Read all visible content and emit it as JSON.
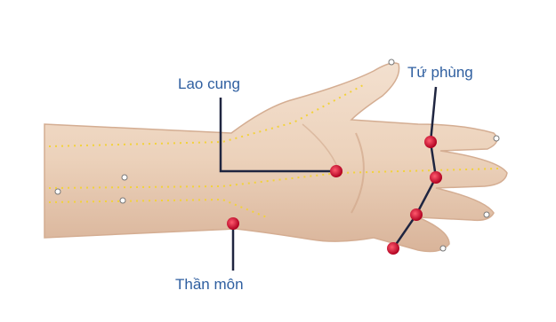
{
  "labels": {
    "lao_cung": "Lao cung",
    "tu_phung": "Tứ phùng",
    "than_mon": "Thần môn"
  },
  "colors": {
    "skin": "#ecd2bb",
    "skin_shadow": "#d6b095",
    "acupoint": "#c8102e",
    "meridian": "#f2d23a",
    "leader_line": "#1f2540",
    "label_text": "#2f5fa0"
  },
  "points": [
    {
      "name": "Lao cung",
      "marker": "red-dot"
    },
    {
      "name": "Tứ phùng",
      "marker": "red-dot"
    },
    {
      "name": "Thần môn",
      "marker": "red-dot"
    }
  ]
}
